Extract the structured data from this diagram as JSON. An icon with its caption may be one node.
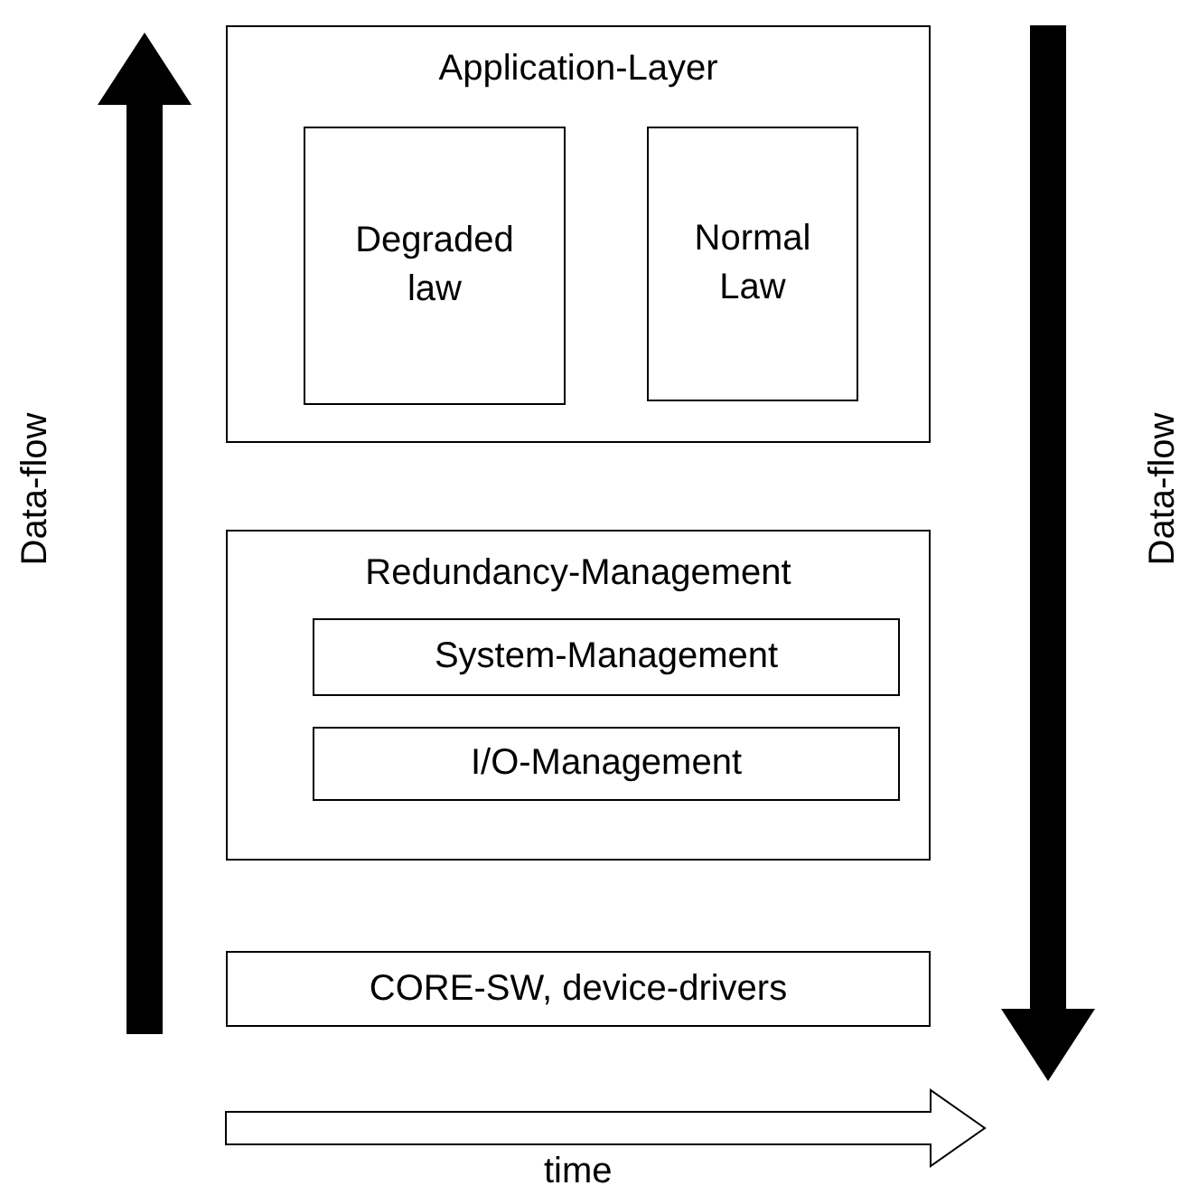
{
  "diagram": {
    "nodes": [
      {
        "text": [
          "Application-Layer"
        ]
      },
      {
        "text": [
          "Degraded law"
        ],
        "in": 0
      },
      {
        "text": [
          "Normal Law"
        ],
        "in": 0
      },
      {
        "text": [
          "Redundancy-Management"
        ]
      },
      {
        "text": [
          "System-Management"
        ],
        "in": 3
      },
      {
        "text": [
          "I/O-Management"
        ],
        "in": 3
      },
      {
        "text": [
          "CORE-SW, device-drivers"
        ]
      }
    ],
    "labels": [
      "Data-flow",
      "Data-flow",
      "time"
    ]
  }
}
